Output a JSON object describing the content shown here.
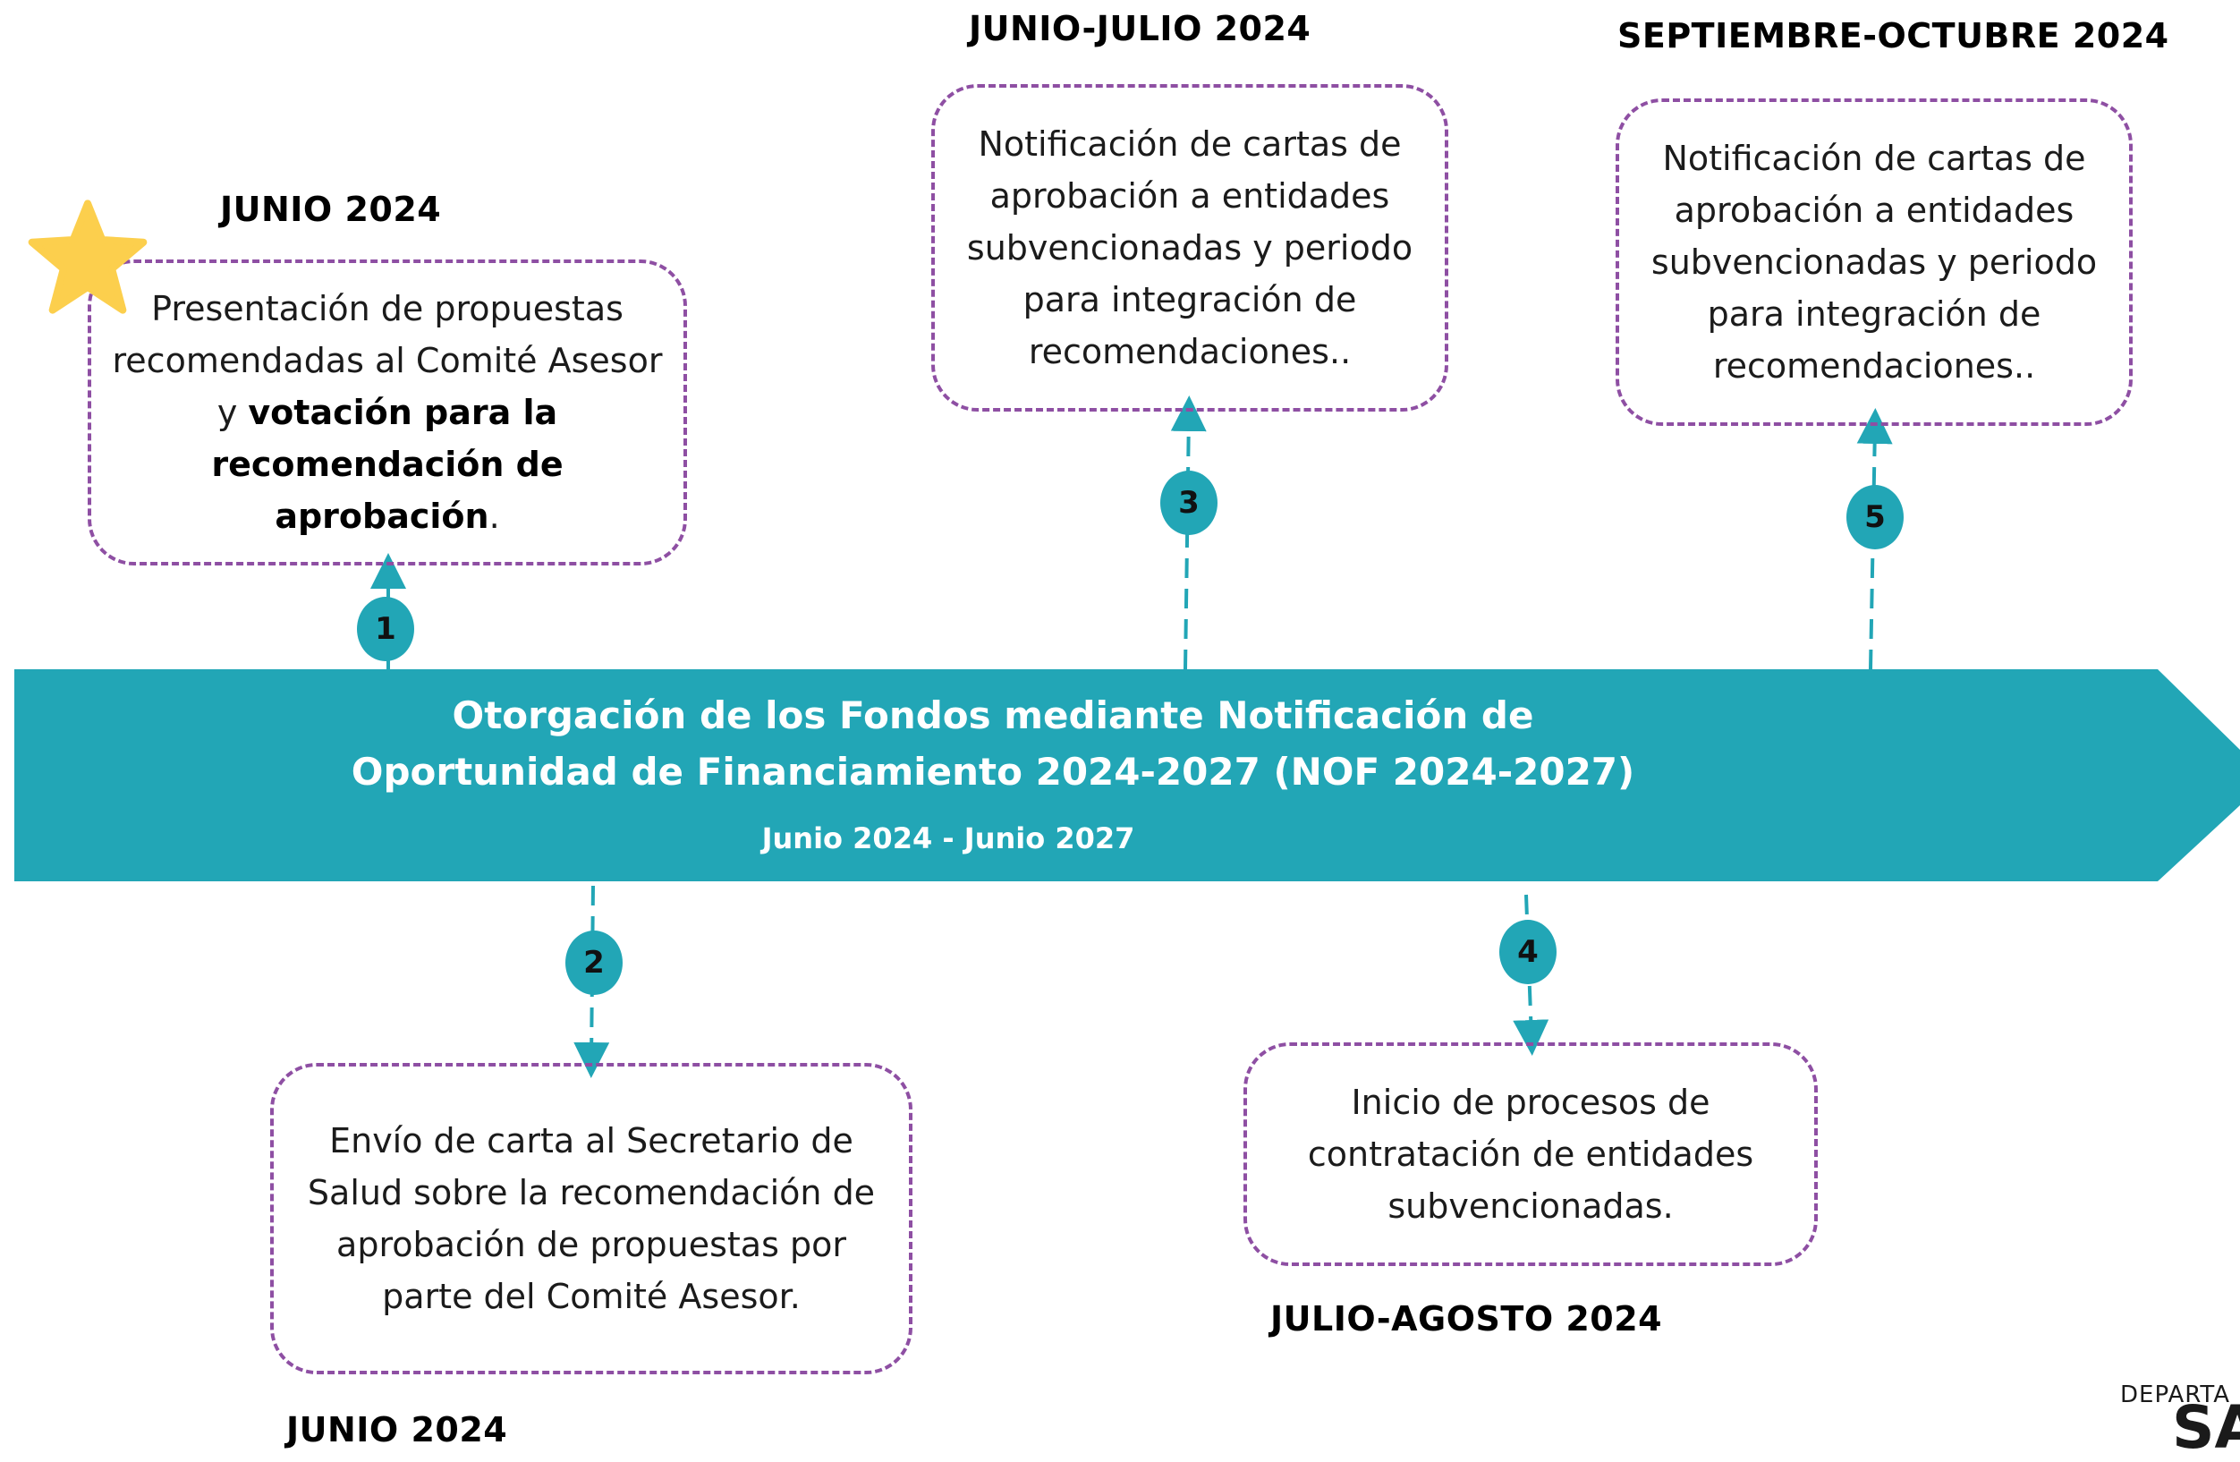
{
  "banner": {
    "title_line1": "Otorgación de los Fondos mediante Notificación de",
    "title_line2": "Oportunidad de Financiamiento 2024-2027 (NOF 2024-2027)",
    "period": "Junio 2024 - Junio 2027",
    "color": "#22a6b6"
  },
  "steps": [
    {
      "number": "1",
      "date": "JUNIO 2024",
      "text_before": "Presentación de propuestas recomendadas al Comité Asesor y ",
      "text_bold": "votación para la recomendación de aprobación",
      "text_after": "."
    },
    {
      "number": "2",
      "date": "JUNIO 2024",
      "text": "Envío de carta al Secretario de Salud sobre la recomendación de aprobación de propuestas por parte del Comité Asesor."
    },
    {
      "number": "3",
      "date": "JUNIO-JULIO 2024",
      "text": "Notificación de cartas de aprobación a entidades subvencionadas y periodo para integración de recomendaciones.."
    },
    {
      "number": "4",
      "date": "JULIO-AGOSTO 2024",
      "text": "Inicio de procesos de contratación de entidades subvencionadas."
    },
    {
      "number": "5",
      "date": "SEPTIEMBRE-OCTUBRE 2024",
      "text": "Notificación de cartas de aprobación a entidades subvencionadas y periodo para integración de recomendaciones.."
    }
  ],
  "logo": {
    "line1": "DEPARTA",
    "line2": "SA"
  },
  "colors": {
    "box_border": "#8e4fa3",
    "connector": "#22a6b6",
    "star": "#fccf4d"
  },
  "icons": {
    "start_marker": "star-icon"
  }
}
